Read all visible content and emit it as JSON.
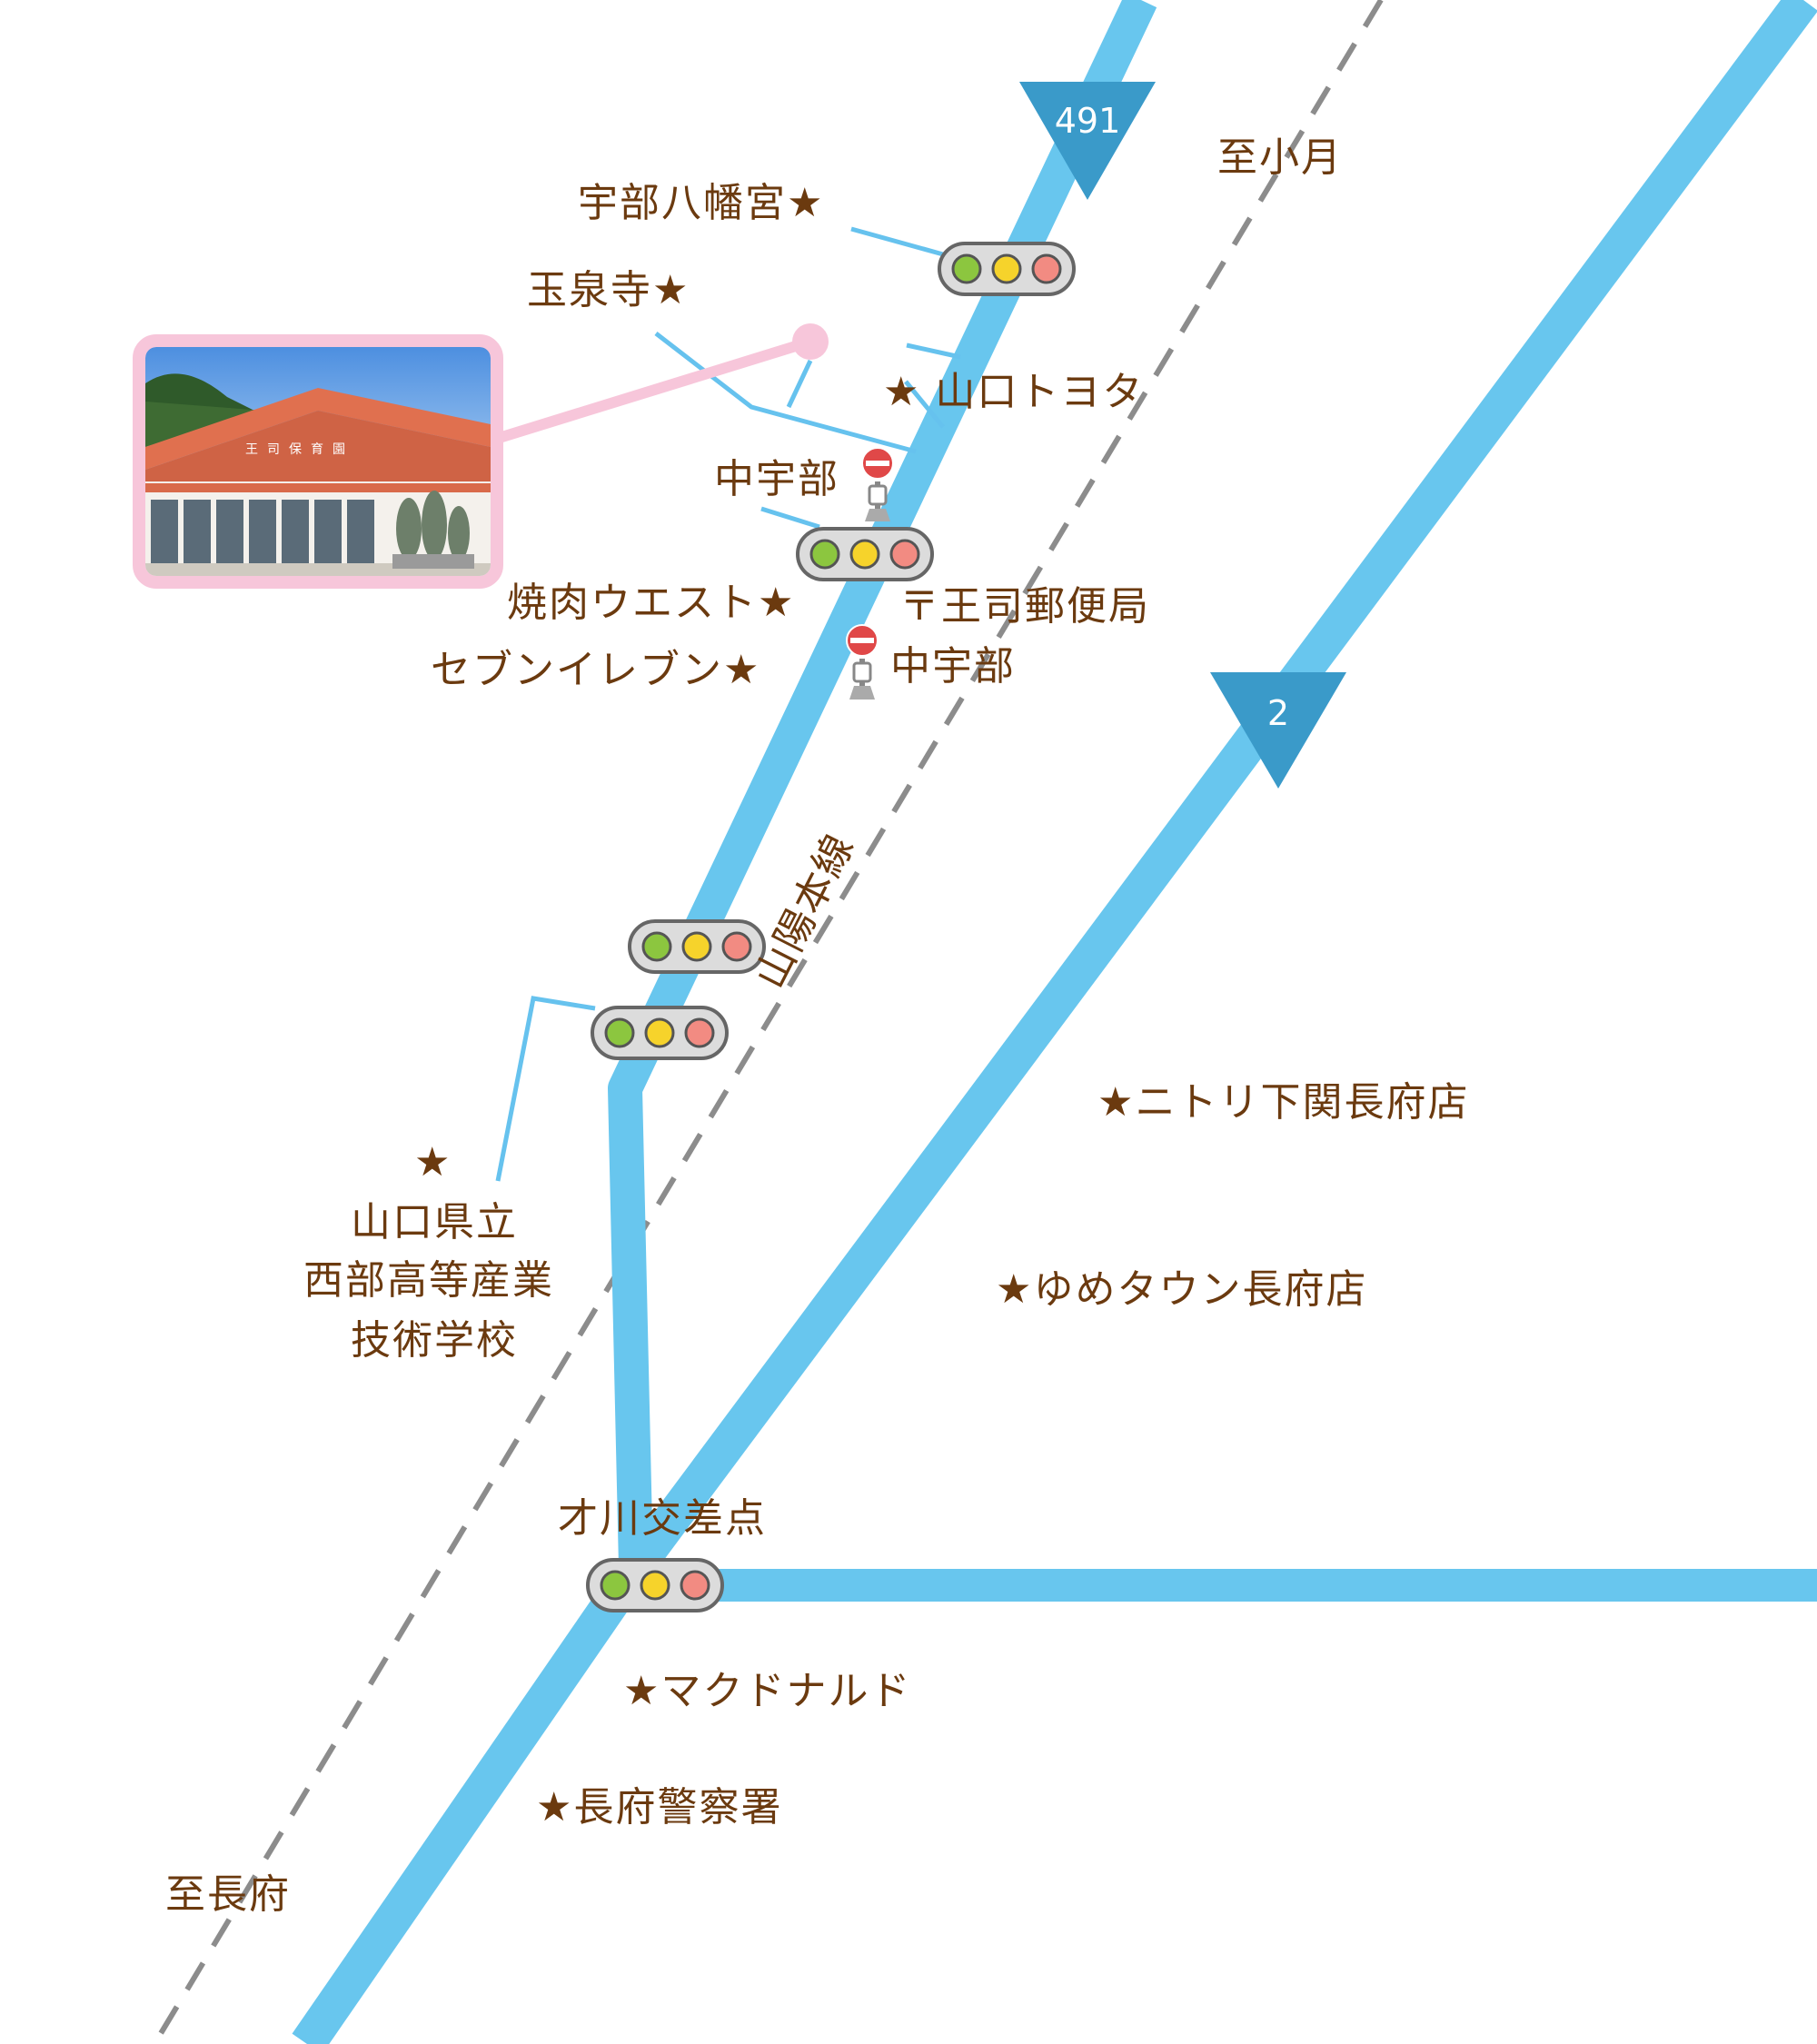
{
  "routes": {
    "r491": "491",
    "r2": "2"
  },
  "rail": {
    "name": "山陽本線"
  },
  "destinations": {
    "north": "至小月",
    "south": "至長府"
  },
  "labels": {
    "ube_hachimangu": "宇部八幡宮★",
    "gyokusenji": "玉泉寺★",
    "yamaguchi_toyota": "★ 山口トヨタ",
    "bus_stop_1": "中宇部",
    "yakiniku": "焼肉ウエスト★",
    "post_office": "〒王司郵便局",
    "seven": "セブンイレブン★",
    "bus_stop_2": "中宇部",
    "nitori": "★ニトリ下関長府店",
    "youme": "★ゆめタウン長府店",
    "school_star": "★",
    "school_l1": "山口県立",
    "school_l2": "西部高等産業",
    "school_l3": "技術学校",
    "saikawa": "才川交差点",
    "mcdonalds": "★マクドナルド",
    "police": "★長府警察署"
  },
  "photo": {
    "sign": "王司保育園"
  },
  "colors": {
    "road": "#68c6ee",
    "route_marker": "#3a9ac9",
    "rail": "#8c8c8c",
    "text": "#6b3a0f",
    "photo_frame": "#f7c6da",
    "leader_line": "#66c2ee"
  }
}
